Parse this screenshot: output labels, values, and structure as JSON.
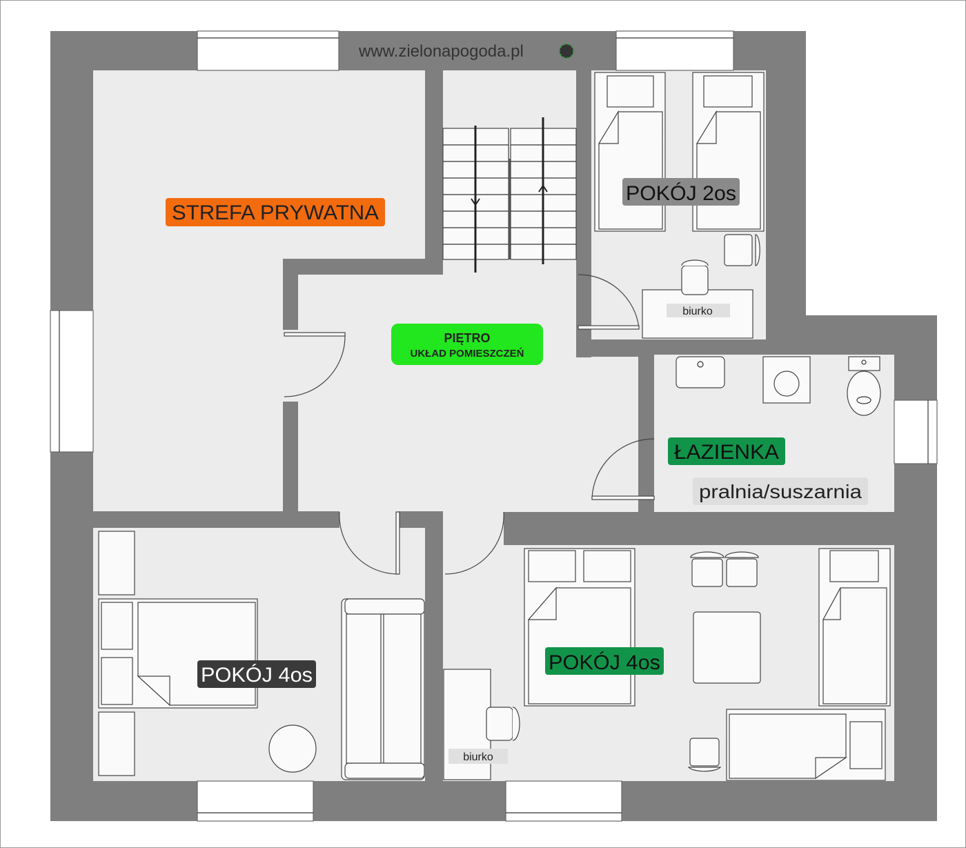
{
  "website": "www.zielonapogoda.pl",
  "labels": {
    "private_zone": "STREFA PRYWATNA",
    "floor_title": "PIĘTRO",
    "floor_subtitle": "UKŁAD POMIESZCZEŃ",
    "room_2os": "POKÓJ 2os",
    "bathroom": "ŁAZIENKA",
    "laundry": "pralnia/suszarnia",
    "room_4os_left": "POKÓJ 4os",
    "room_4os_right": "POKÓJ 4os",
    "desk_top": "biurko",
    "desk_bottom": "biurko"
  },
  "colors": {
    "wall": "#7f7f7f",
    "floor": "#ececec",
    "private_zone_bg": "#f26b0f",
    "floor_title_bg": "#22e61e",
    "room_2os_bg": "#8a8a8a",
    "bathroom_bg": "#12934a",
    "laundry_bg": "#dedede",
    "room_4os_left_bg": "#3a3a3a",
    "room_4os_right_bg": "#12934a"
  },
  "icons": [
    "globe-icon"
  ]
}
